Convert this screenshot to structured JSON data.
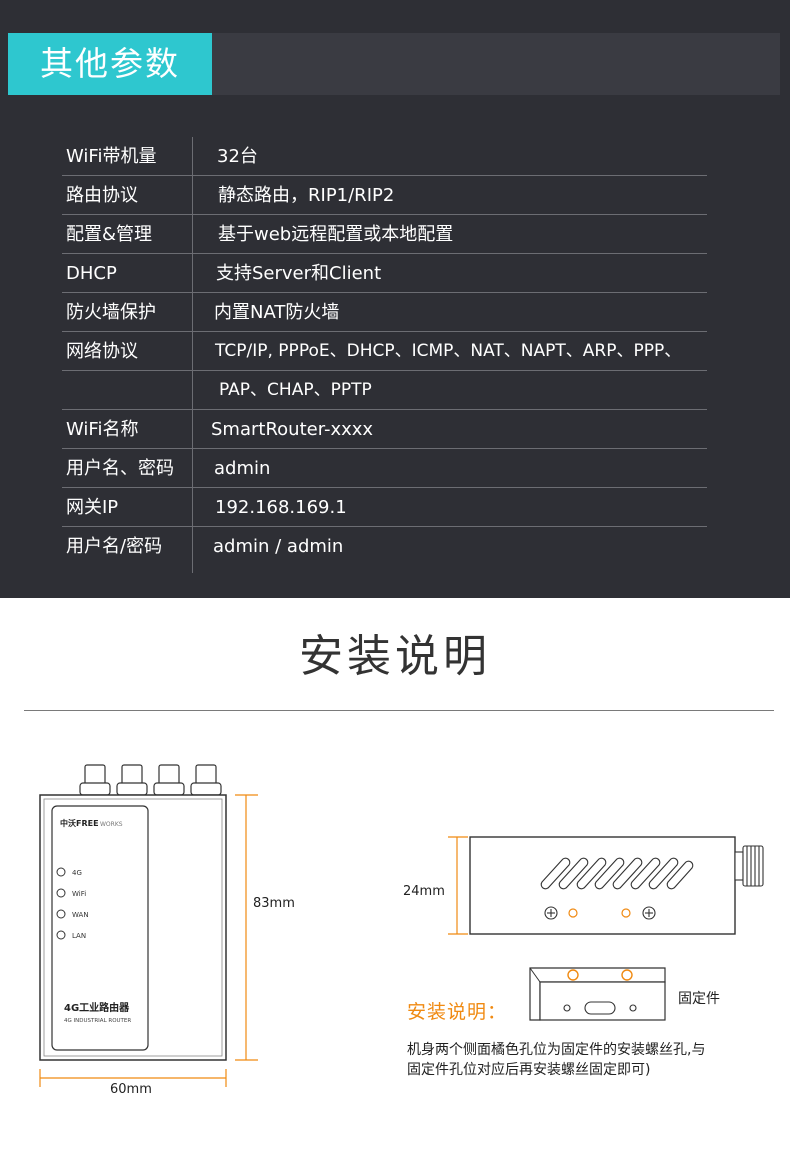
{
  "header": {
    "title": "其他参数"
  },
  "specs": [
    {
      "key": "WiFi带机量",
      "value": "32台"
    },
    {
      "key": "路由协议",
      "value": "静态路由，RIP1/RIP2"
    },
    {
      "key": "配置&管理",
      "value": "基于web远程配置或本地配置"
    },
    {
      "key": "DHCP",
      "value": "支持Server和Client"
    },
    {
      "key": "防火墙保护",
      "value": "内置NAT防火墙"
    },
    {
      "key": "网络协议",
      "value": "TCP/IP, PPPoE、DHCP、ICMP、NAT、NAPT、ARP、PPP、"
    },
    {
      "key": "",
      "value": "PAP、CHAP、PPTP"
    },
    {
      "key": "WiFi名称",
      "value": "SmartRouter-xxxx"
    },
    {
      "key": "用户名、密码",
      "value": "admin"
    },
    {
      "key": "网关IP",
      "value": "192.168.169.1"
    },
    {
      "key": "用户名/密码",
      "value": "admin / admin"
    }
  ],
  "install": {
    "title": "安装说明",
    "device": {
      "brand": "中沃FREE",
      "brand_suffix": "WORKS",
      "leds": [
        "4G",
        "WiFi",
        "WAN",
        "LAN"
      ],
      "product_name": "4G工业路由器",
      "product_subtitle": "4G INDUSTRIAL ROUTER"
    },
    "dimensions": {
      "height": "83mm",
      "width": "60mm",
      "depth": "24mm"
    },
    "bracket_label": "固定件",
    "instruction_label": "安装说明：",
    "instruction_lines": [
      "机身两个侧面橘色孔位为固定件的安装螺丝孔,与",
      "固定件孔位对应后再安装螺丝固定即可)"
    ]
  },
  "colors": {
    "accent": "#2ec7cf",
    "panel_bg": "#2e2f35",
    "dimension_line": "#f08a12"
  }
}
